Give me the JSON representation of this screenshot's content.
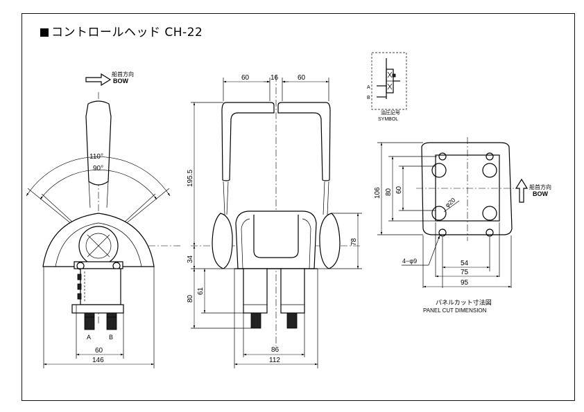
{
  "title": "コントロールヘッド CH-22",
  "bow_label_top": {
    "jp": "船首方向",
    "en": "BOW"
  },
  "bow_label_right": {
    "jp": "船首方向",
    "en": "BOW"
  },
  "side_view": {
    "angle_outer": "110°",
    "angle_inner": "90°",
    "port_a": "A",
    "port_b": "B",
    "dim_60": "60",
    "dim_146": "146"
  },
  "front_view": {
    "dim_top_left": "60",
    "dim_top_mid": "16",
    "dim_top_right": "60",
    "dim_195": "195.5",
    "dim_78": "78",
    "dim_34": "34",
    "dim_80": "80",
    "dim_61": "61",
    "dim_86": "86",
    "dim_112": "112"
  },
  "symbol": {
    "port_a": "A",
    "port_b": "B",
    "caption_jp": "油圧記号",
    "caption_en": "SYMBOL"
  },
  "panel_cut": {
    "dim_106": "106",
    "dim_80": "80",
    "dim_60": "60",
    "dia_20": "φ20",
    "holes": "4−φ9",
    "dim_54": "54",
    "dim_75": "75",
    "dim_95": "95",
    "caption_jp": "パネルカット寸法図",
    "caption_en": "PANEL CUT DIMENSION"
  }
}
